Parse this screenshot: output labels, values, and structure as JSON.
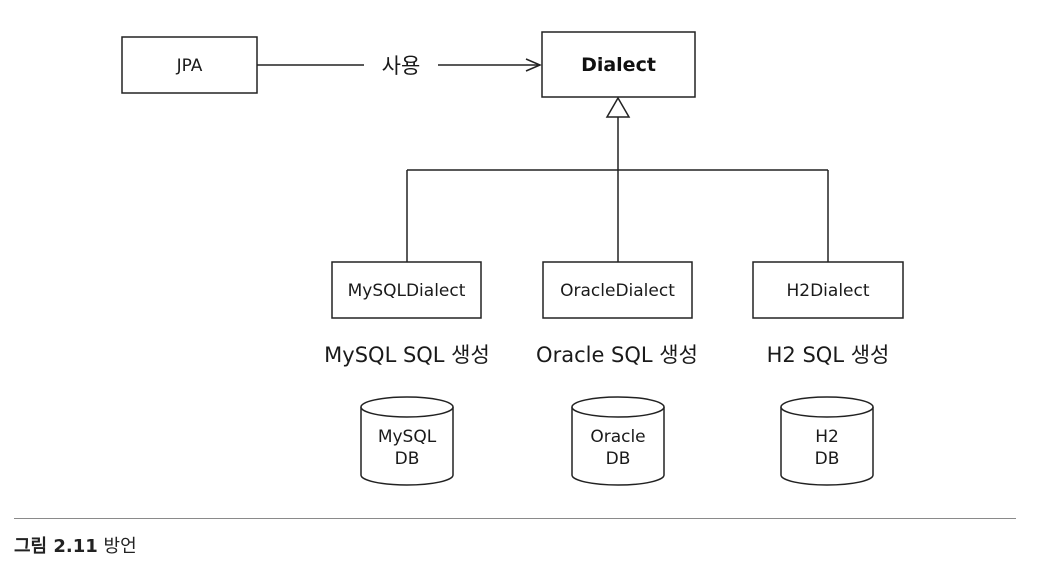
{
  "diagram": {
    "jpa_box": "JPA",
    "uses_label": "사용",
    "dialect_box": "Dialect",
    "implementations": [
      {
        "class_name": "MySQLDialect",
        "generates_label": "MySQL SQL 생성",
        "db_line1": "MySQL",
        "db_line2": "DB"
      },
      {
        "class_name": "OracleDialect",
        "generates_label": "Oracle SQL 생성",
        "db_line1": "Oracle",
        "db_line2": "DB"
      },
      {
        "class_name": "H2Dialect",
        "generates_label": "H2 SQL 생성",
        "db_line1": "H2",
        "db_line2": "DB"
      }
    ]
  },
  "caption": {
    "number": "그림 2.11",
    "title": "방언"
  }
}
